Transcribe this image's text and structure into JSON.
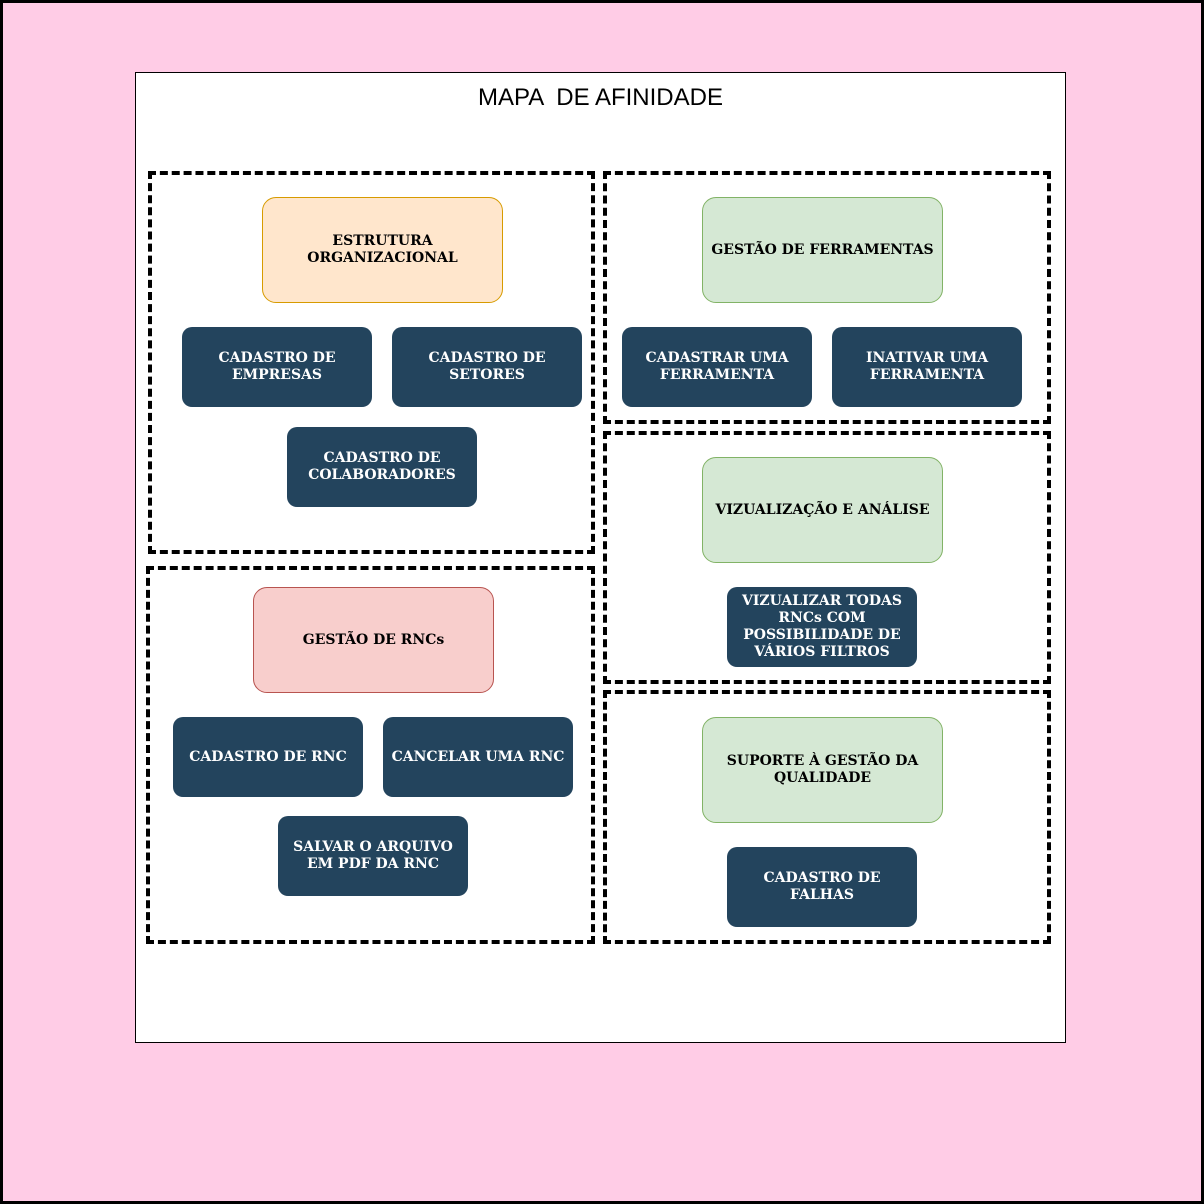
{
  "title": "MAPA  DE AFINIDADE",
  "colors": {
    "background": "#ffcce6",
    "dark_box": "#23445d",
    "orange_fill": "#ffe6cc",
    "green_fill": "#d5e8d4",
    "red_fill": "#f8cecc"
  },
  "groups": {
    "estrutura": {
      "category": "ESTRUTURA ORGANIZACIONAL",
      "items": [
        "CADASTRO DE EMPRESAS",
        "CADASTRO DE SETORES",
        "CADASTRO DE COLABORADORES"
      ]
    },
    "ferramentas": {
      "category": "GESTÃO DE FERRAMENTAS",
      "items": [
        "CADASTRAR UMA FERRAMENTA",
        "INATIVAR UMA FERRAMENTA"
      ]
    },
    "visualizacao": {
      "category": "VIZUALIZAÇÃO E ANÁLISE",
      "items": [
        "VIZUALIZAR TODAS RNCs COM POSSIBILIDADE DE VÁRIOS FILTROS"
      ]
    },
    "rncs": {
      "category": "GESTÃO DE RNCs",
      "items": [
        "CADASTRO DE RNC",
        "CANCELAR UMA RNC",
        "SALVAR O ARQUIVO EM PDF DA RNC"
      ]
    },
    "qualidade": {
      "category": "SUPORTE À GESTÃO DA QUALIDADE",
      "items": [
        "CADASTRO DE FALHAS"
      ]
    }
  }
}
